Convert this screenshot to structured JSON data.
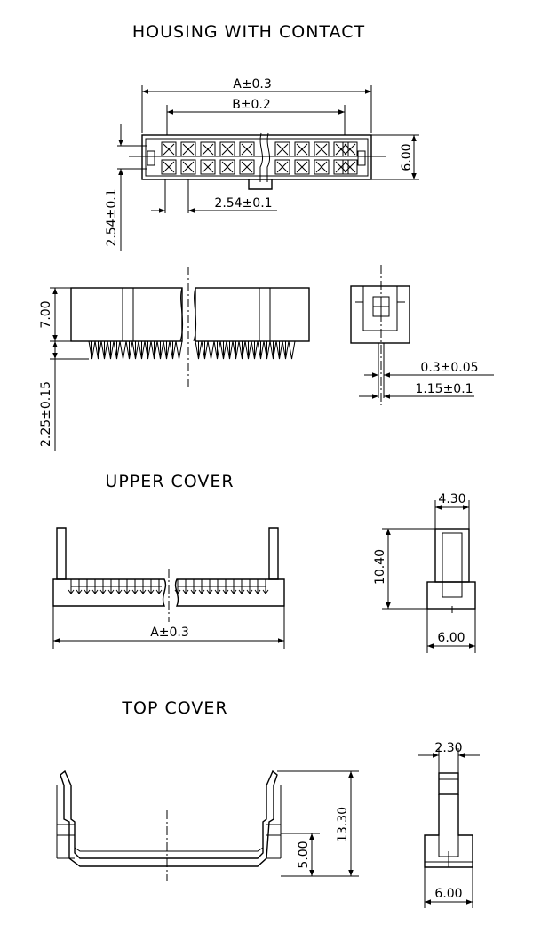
{
  "sections": {
    "housing": {
      "title": "HOUSING  WITH  CONTACT",
      "dim_a": "A±0.3",
      "dim_b": "B±0.2",
      "dim_pitch_h": "2.54±0.1",
      "dim_pitch_v": "2.54±0.1",
      "dim_width": "6.00",
      "dim_height": "7.00",
      "dim_pin_len": "2.25±0.15",
      "dim_pin_thk": "0.3±0.05",
      "dim_pin_gap": "1.15±0.1"
    },
    "upper_cover": {
      "title": "UPPER  COVER",
      "dim_a": "A±0.3",
      "dim_top_w": "4.30",
      "dim_height": "10.40",
      "dim_base_w": "6.00"
    },
    "top_cover": {
      "title": "TOP  COVER",
      "dim_total_h": "13.30",
      "dim_lower_h": "5.00",
      "dim_top_w": "2.30",
      "dim_base_w": "6.00"
    }
  }
}
